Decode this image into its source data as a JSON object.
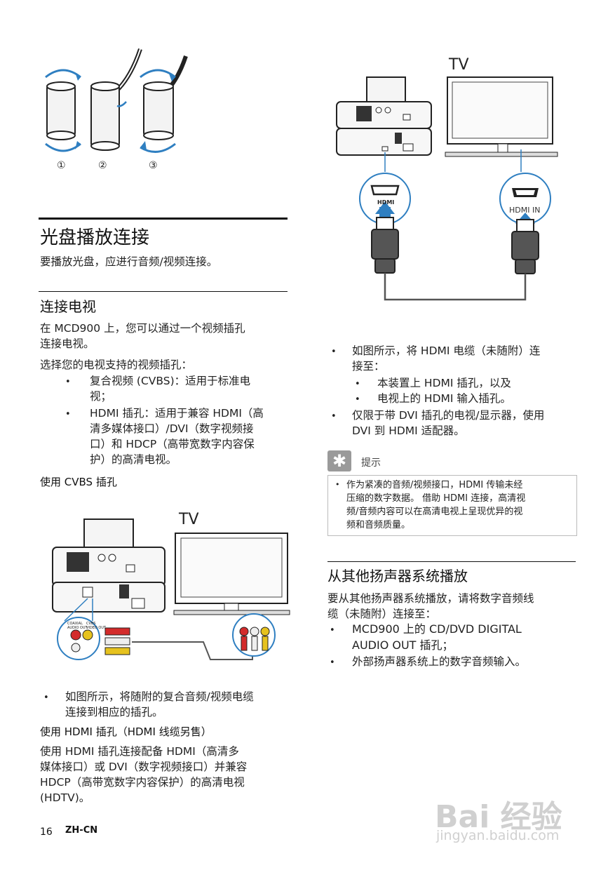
{
  "diagram_top": {
    "steps": [
      "①",
      "②",
      "③"
    ]
  },
  "section_disc": {
    "title": "光盘播放连接",
    "intro": "要播放光盘，应进行音频/视频连接。"
  },
  "section_tv": {
    "title": "连接电视",
    "para1_line1": "在 MCD900 上，您可以通过一个视频插孔",
    "para1_line2": "连接电视。",
    "para2": "选择您的电视支持的视频插孔：",
    "bullets": [
      {
        "lines": [
          "复合视频 (CVBS)：适用于标准电",
          "视；"
        ]
      },
      {
        "lines": [
          "HDMI 插孔：适用于兼容 HDMI（高",
          "清多媒体接口）/DVI（数字视频接",
          "口）和 HDCP（高带宽数字内容保",
          "护）的高清电视。"
        ]
      }
    ],
    "cvbs_heading": "使用 CVBS 插孔"
  },
  "figure_cvbs": {
    "tv_label": "TV",
    "jack_label_1": "COAXIAL AUDIO OUT",
    "jack_label_2": "CVBS VIDEO OUT"
  },
  "cvbs_note": {
    "lines": [
      "如图所示，将随附的复合音频/视频电缆",
      "连接到相应的插孔。"
    ]
  },
  "hdmi_section": {
    "heading": "使用 HDMI 插孔（HDMI 线缆另售）",
    "lines": [
      "使用 HDMI 插孔连接配备 HDMI（高清多",
      "媒体接口）或 DVI（数字视频接口）并兼容",
      "HDCP（高带宽数字内容保护）的高清电视",
      "(HDTV)。"
    ]
  },
  "figure_hdmi": {
    "tv_label": "TV",
    "device_port_label": "HDMI",
    "tv_port_label": "HDMI IN"
  },
  "hdmi_steps": {
    "bullet1": [
      "如图所示，将 HDMI 电缆（未随附）连",
      "接至："
    ],
    "sub1": "本装置上 HDMI 插孔，以及",
    "sub2": "电视上的 HDMI 输入插孔。",
    "bullet2": [
      "仅限于带 DVI 插孔的电视/显示器，使用",
      "DVI 到 HDMI 适配器。"
    ]
  },
  "tip": {
    "icon": "asterisk-tip-icon",
    "label": "提示",
    "lines": [
      "作为紧凑的音频/视频接口，HDMI 传输未经",
      "压缩的数字数据。 借助 HDMI 连接，高清视",
      "频/音频内容可以在高清电视上呈现优异的视",
      "频和音频质量。"
    ]
  },
  "section_speakers": {
    "title": "从其他扬声器系统播放",
    "intro": [
      "要从其他扬声器系统播放，请将数字音频线",
      "缆（未随附）连接至："
    ],
    "bullets": [
      [
        "MCD900 上的 CD/DVD DIGITAL",
        "AUDIO OUT 插孔；"
      ],
      [
        "外部扬声器系统上的数字音频输入。"
      ]
    ]
  },
  "footer": {
    "page": "16",
    "lang": "ZH-CN"
  },
  "watermark": {
    "brand": "Bai 经验",
    "url": "jingyan.baidu.com"
  }
}
